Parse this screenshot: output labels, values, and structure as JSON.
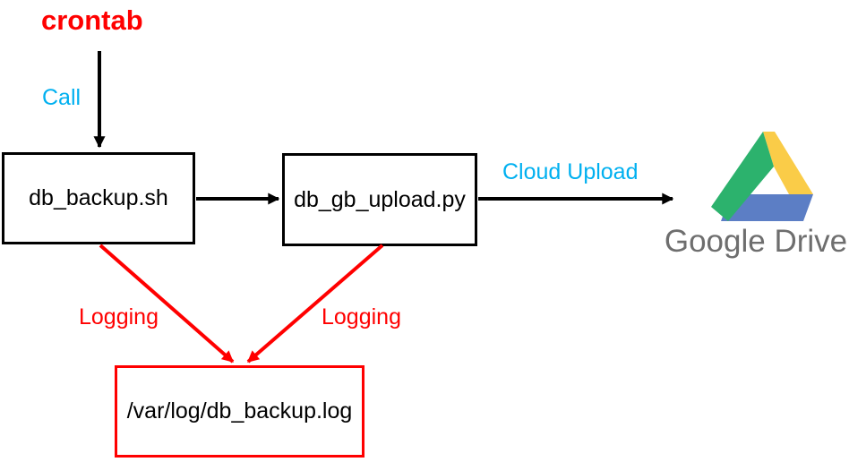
{
  "nodes": {
    "crontab": "crontab",
    "backup_script": "db_backup.sh",
    "upload_script": "db_gb_upload.py",
    "log_file": "/var/log/db_backup.log",
    "google_drive": "Google Drive"
  },
  "edges": {
    "call": "Call",
    "cloud_upload": "Cloud Upload",
    "logging_left": "Logging",
    "logging_right": "Logging"
  },
  "icons": {
    "google_drive": "google-drive-triangle-logo"
  },
  "colors": {
    "red": "#FF0000",
    "cyan": "#00B0F0",
    "black": "#000000",
    "drive_text_gray": "#6E6E6E",
    "drive_green": "#2CB26D",
    "drive_yellow": "#FACC48",
    "drive_blue": "#5C7EC5",
    "background": "#FFFFFF"
  }
}
